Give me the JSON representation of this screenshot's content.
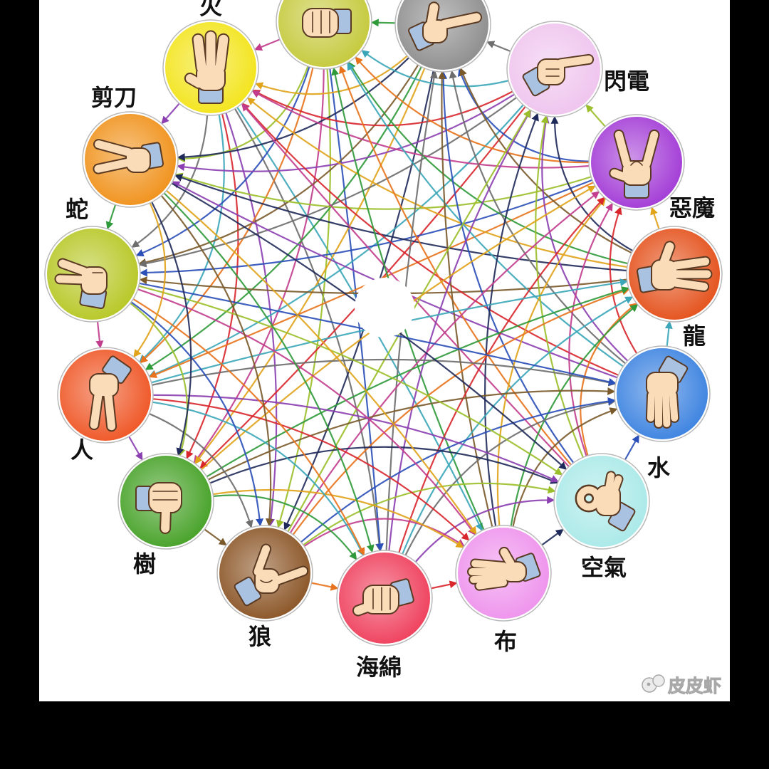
{
  "diagram": {
    "nodes": [
      {
        "label": "火",
        "color": "#f3e41a",
        "icon": "three-fingers-hand-icon"
      },
      {
        "label": "",
        "color": "#c4c93a",
        "icon": "fist-hand-icon"
      },
      {
        "label": "",
        "color": "#8d8d8d",
        "icon": "finger-gun-hand-icon"
      },
      {
        "label": "閃電",
        "color": "#efc4ee",
        "icon": "pointing-finger-hand-icon"
      },
      {
        "label": "惡魔",
        "color": "#a23ad6",
        "icon": "horns-hand-icon"
      },
      {
        "label": "龍",
        "color": "#e4501a",
        "icon": "dragon-hand-icon"
      },
      {
        "label": "水",
        "color": "#3b82e0",
        "icon": "downturned-hand-icon"
      },
      {
        "label": "空氣",
        "color": "#a9e9e8",
        "icon": "ok-sign-hand-icon"
      },
      {
        "label": "布",
        "color": "#ee92ec",
        "icon": "flat-hand-icon"
      },
      {
        "label": "海綿",
        "color": "#ef3f5c",
        "icon": "sponge-fist-hand-icon"
      },
      {
        "label": "狼",
        "color": "#8a5425",
        "icon": "claw-hand-icon"
      },
      {
        "label": "樹",
        "color": "#45a126",
        "icon": "thumb-down-hand-icon"
      },
      {
        "label": "人",
        "color": "#ef5524",
        "icon": "two-fingers-down-hand-icon"
      },
      {
        "label": "蛇",
        "color": "#b6c724",
        "icon": "snake-hand-icon"
      },
      {
        "label": "剪刀",
        "color": "#f0911a",
        "icon": "v-sign-hand-icon"
      }
    ]
  },
  "watermark": {
    "text": "皮皮虾",
    "icon": "pipixia-logo-icon"
  },
  "colors": {
    "frame": "#000000",
    "background": "#ffffff",
    "skin": "#fbdcb8",
    "outline": "#5a3a22",
    "cuff": "#a9c2e2",
    "edge_palette": [
      "#d8262c",
      "#2f9a3a",
      "#2b4fb8",
      "#8b3fb0",
      "#e0a31a",
      "#e8731c",
      "#6d6d6d",
      "#1f2a5a",
      "#c23d8e",
      "#3aa6b8",
      "#7a5a2a",
      "#9bbf2a"
    ]
  }
}
